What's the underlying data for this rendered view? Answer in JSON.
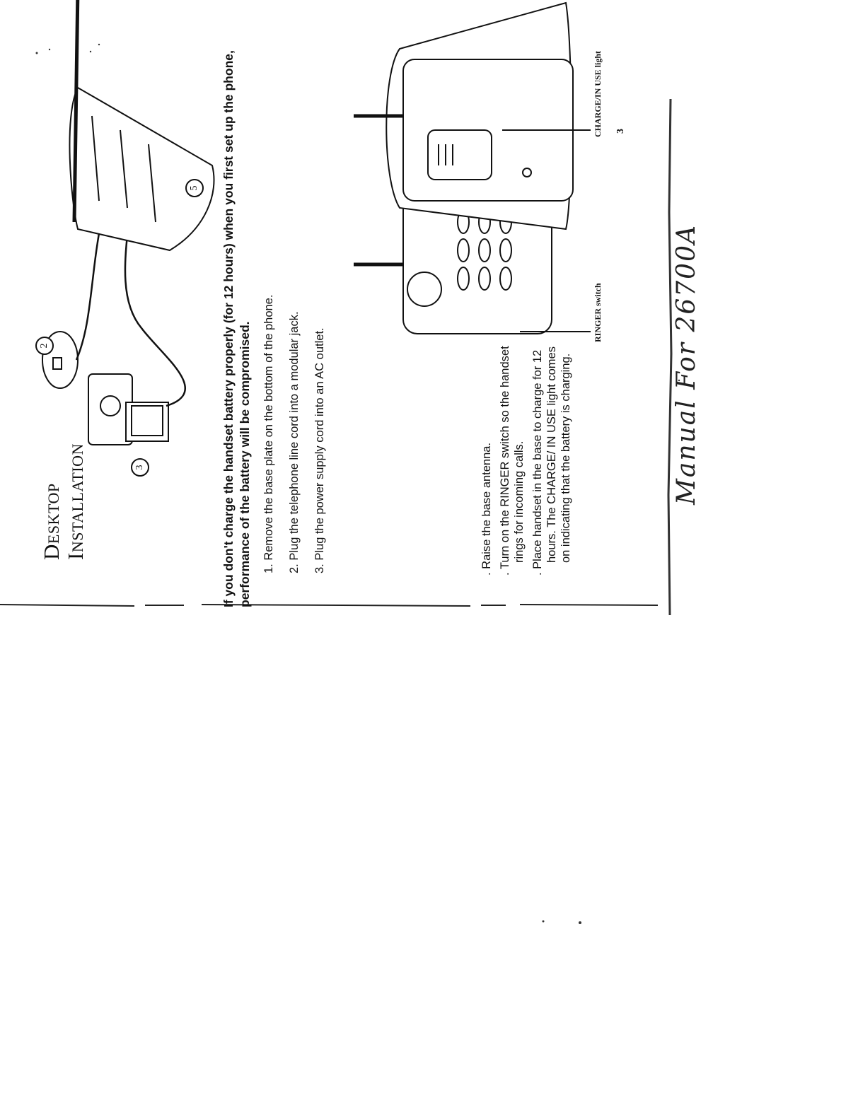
{
  "document": {
    "title_line1": "Desktop",
    "title_line2": "Installation",
    "warning": "If you don't charge the handset battery properly (for 12 hours) when you first set up the phone, performance of the battery will be compromised.",
    "steps": [
      "1. Remove the base plate on the bottom of the phone.",
      "2. Plug the telephone line cord into a modular jack.",
      "3. Plug the power supply cord into an AC outlet."
    ],
    "bullets": [
      ". Raise the base antenna.",
      ". Turn on the RINGER switch so the handset rings for incoming calls.",
      ". Place handset in the base to charge for 12 hours. The CHARGE/ IN USE light comes on indicating that the battery is charging."
    ],
    "labels": {
      "ringer": "RINGER switch",
      "charge": "CHARGE/IN USE light"
    },
    "callouts": [
      "3",
      "2",
      "5"
    ],
    "page_number": "3",
    "handwritten_note": "Manual For 26700A"
  }
}
